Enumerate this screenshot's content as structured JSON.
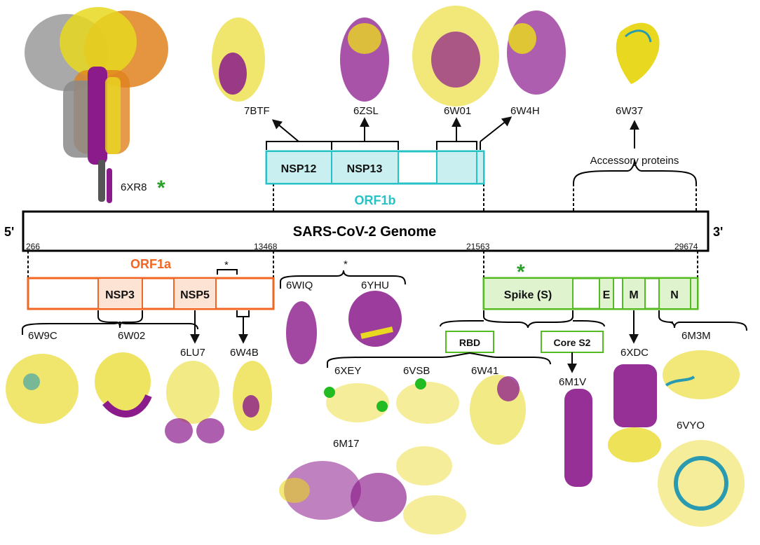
{
  "genome": {
    "title": "SARS-CoV-2 Genome",
    "five_prime": "5'",
    "three_prime": "3'",
    "positions": [
      "266",
      "13468",
      "21563",
      "29674"
    ]
  },
  "orf1a": {
    "label": "ORF1a",
    "color": "#f26522",
    "fill": "#fde3d4",
    "segments": [
      "NSP3",
      "NSP5"
    ],
    "bracket_star": "*"
  },
  "orf1b": {
    "label": "ORF1b",
    "color": "#27c2c7",
    "fill": "#c9eff0",
    "segments": [
      "NSP12",
      "NSP13"
    ]
  },
  "structural": {
    "color": "#55bb22",
    "fill": "#dff3cf",
    "segments": [
      "Spike (S)",
      "E",
      "M",
      "N"
    ],
    "spike_star": "*",
    "rbd_label": "RBD",
    "cores2_label": "Core S2"
  },
  "accessory": {
    "label": "Accessory proteins"
  },
  "pdb_ids": {
    "spike_full": "6XR8",
    "spike_full_star": "*",
    "top": [
      "7BTF",
      "6ZSL",
      "6W01",
      "6W4H",
      "6W37"
    ],
    "nsp3": [
      "6W9C",
      "6W02"
    ],
    "nsp5": "6LU7",
    "nsp_other": "6W4B",
    "middle": [
      "6WIQ",
      "6YHU"
    ],
    "middle_star": "*",
    "rbd": [
      "6XEY",
      "6VSB",
      "6W41"
    ],
    "rbd_complex": "6M17",
    "core_s2": "6M1V",
    "m_protein": "6XDC",
    "n_protein": [
      "6M3M",
      "6VYO"
    ]
  },
  "colors": {
    "helix": "#8b1a8b",
    "sheet": "#e8d820",
    "coil": "#2a9ab0",
    "chain_grey": "#8a8a8a",
    "chain_orange": "#e0821e"
  }
}
